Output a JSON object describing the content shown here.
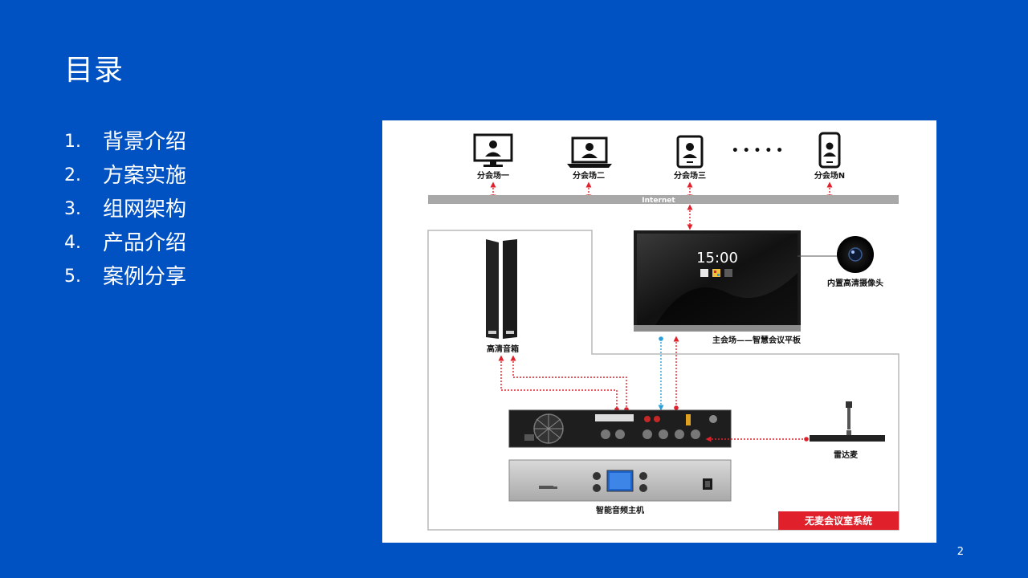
{
  "slide": {
    "title": "目录",
    "page_number": "2"
  },
  "toc": [
    {
      "num": "1.",
      "label": "背景介绍"
    },
    {
      "num": "2.",
      "label": "方案实施"
    },
    {
      "num": "3.",
      "label": "组网架构"
    },
    {
      "num": "4.",
      "label": "产品介绍"
    },
    {
      "num": "5.",
      "label": "案例分享"
    }
  ],
  "diagram": {
    "venues": [
      "分会场一",
      "分会场二",
      "分会场三",
      "分会场N"
    ],
    "ellipsis": "• • • • •",
    "internet_label": "Internet",
    "panel_clock": "15:00",
    "main_venue_label": "主会场——智慧会议平板",
    "camera_label": "内置高清摄像头",
    "speaker_label": "高清音箱",
    "mic_label": "雷达麦",
    "host_label": "智能音频主机",
    "system_badge": "无麦会议室系统",
    "colors": {
      "background": "#0052c2",
      "internet_bar": "#a8a8a8",
      "signal_red": "#e0212b",
      "signal_blue": "#2a9fd8",
      "badge": "#e0212b"
    }
  }
}
